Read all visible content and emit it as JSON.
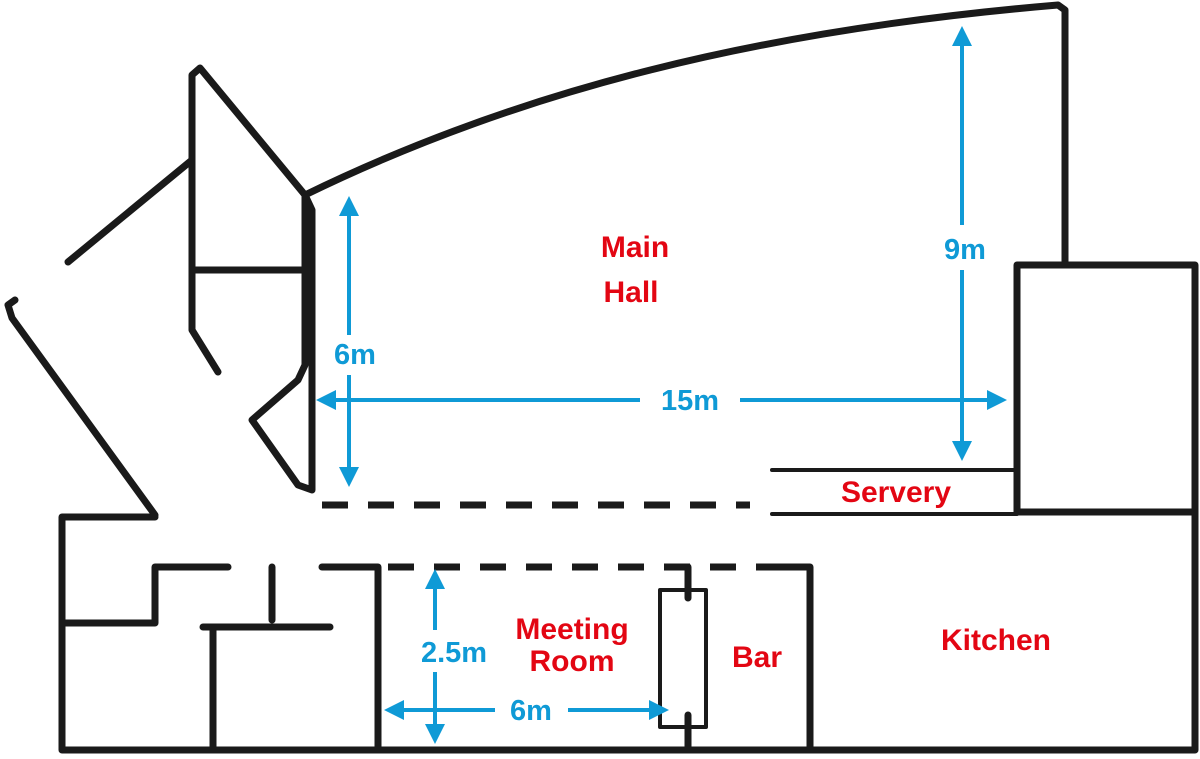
{
  "colors": {
    "room_label": "#e30613",
    "dimension": "#0f9ad6",
    "wall": "#1a1a1a"
  },
  "rooms": {
    "main_hall": {
      "line1": "Main",
      "line2": "Hall"
    },
    "servery": "Servery",
    "meeting_room": {
      "line1": "Meeting",
      "line2": "Room"
    },
    "bar": "Bar",
    "kitchen": "Kitchen"
  },
  "dimensions": {
    "main_hall_width": "15m",
    "main_hall_depth_left": "6m",
    "main_hall_depth_right": "9m",
    "meeting_room_depth": "2.5m",
    "meeting_room_width": "6m"
  }
}
